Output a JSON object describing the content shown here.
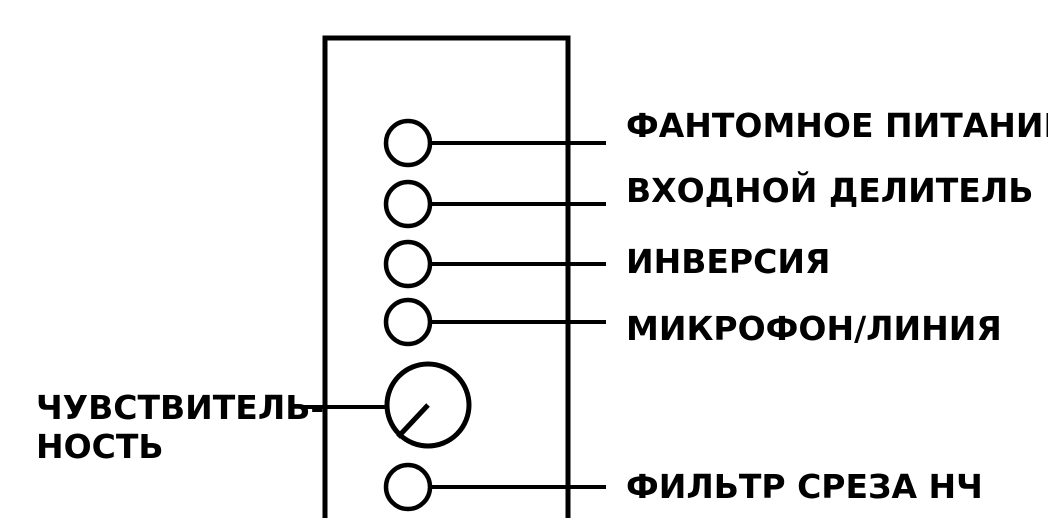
{
  "diagram": {
    "labels": {
      "phantom_power": "ФАНТОМНОЕ ПИТАНИЕ",
      "input_divider": "ВХОДНОЙ ДЕЛИТЕЛЬ",
      "inversion": "ИНВЕРСИЯ",
      "mic_line": "МИКРОФОН/ЛИНИЯ",
      "sensitivity_line1": "ЧУВСТВИТЕЛЬ-",
      "sensitivity_line2": "НОСТЬ",
      "low_cut_filter": "ФИЛЬТР СРЕЗА НЧ"
    },
    "colors": {
      "stroke": "#000000",
      "background": "#ffffff"
    }
  }
}
